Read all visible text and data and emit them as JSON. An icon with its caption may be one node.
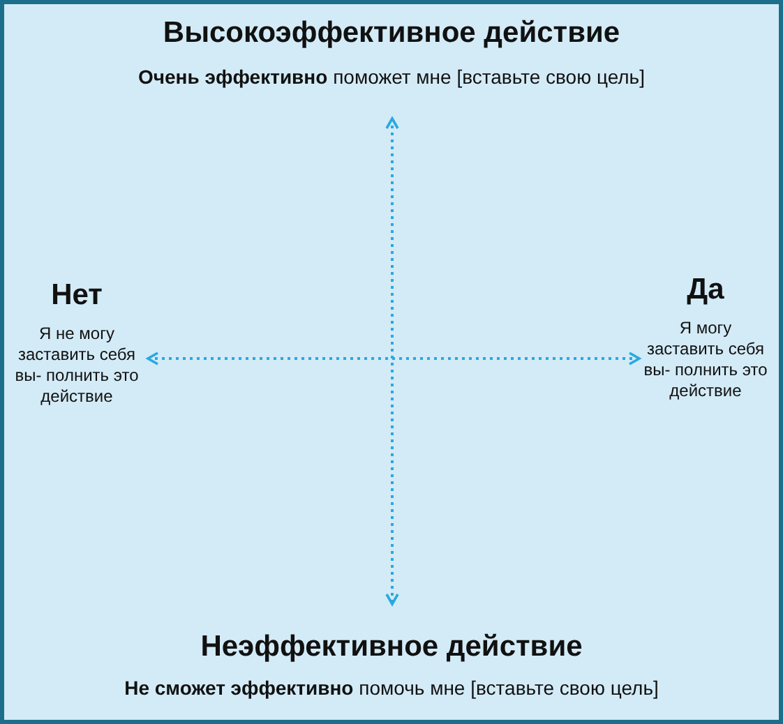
{
  "diagram": {
    "labels": [
      "Высокоэффективное действие",
      "**Очень эффективно** поможет мне [вставьте свою цель]",
      "Нет",
      "Я не могу заставить себя вы- полнить это действие",
      "Да",
      "Я могу заставить себя вы- полнить это действие",
      "Неэффективное действие",
      "**Не сможет эффективно** помочь мне [вставьте свою цель]"
    ]
  }
}
